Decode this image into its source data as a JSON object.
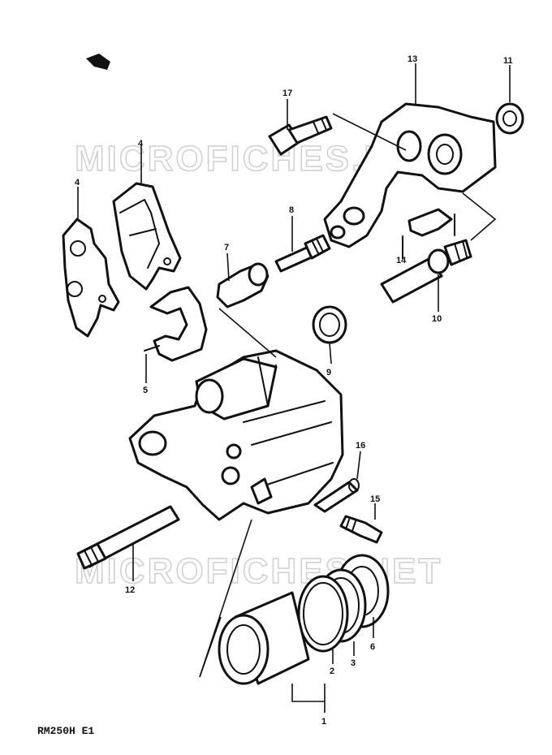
{
  "watermark": "MICROFICHES.NET",
  "model_code": "RM250H E1",
  "callouts": {
    "c1": "1",
    "c2": "2",
    "c3": "3",
    "c4a": "4",
    "c4b": "4",
    "c5": "5",
    "c6": "6",
    "c7": "7",
    "c8": "8",
    "c9": "9",
    "c10": "10",
    "c11": "11",
    "c12": "12",
    "c13": "13",
    "c14": "14",
    "c15": "15",
    "c16": "16",
    "c17": "17"
  }
}
